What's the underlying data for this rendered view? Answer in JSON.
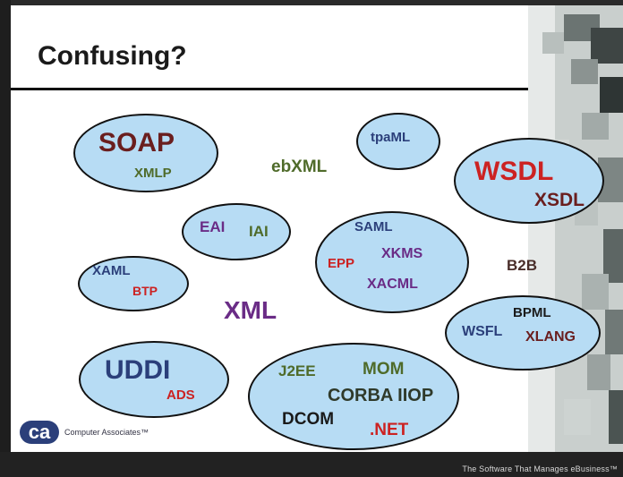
{
  "slide": {
    "title": "Confusing?",
    "logo": {
      "mark": "ca",
      "text": "Computer Associates™"
    },
    "footer_tagline": "The Software That Manages eBusiness™"
  },
  "terms": {
    "soap": "SOAP",
    "xmlp": "XMLP",
    "tpaml": "tpaML",
    "ebxml": "ebXML",
    "wsdl": "WSDL",
    "xsdl": "XSDL",
    "eai": "EAI",
    "iai": "IAI",
    "saml": "SAML",
    "xkms": "XKMS",
    "epp": "EPP",
    "xacml": "XACML",
    "b2b": "B2B",
    "xaml": "XAML",
    "btp": "BTP",
    "xml": "XML",
    "bpml": "BPML",
    "wsfl": "WSFL",
    "xlang": "XLANG",
    "uddi": "UDDI",
    "ads": "ADS",
    "j2ee": "J2EE",
    "mom": "MOM",
    "corba": "CORBA IIOP",
    "dcom": "DCOM",
    "net": ".NET"
  },
  "colors": {
    "bubble_fill": "#b7dcf4",
    "dark_red": "#6a1e1e",
    "olive": "#4f6b2a",
    "navy": "#2b3f7a",
    "red": "#cc2222",
    "purple": "#6a2c86",
    "dark": "#1a1a1a"
  }
}
